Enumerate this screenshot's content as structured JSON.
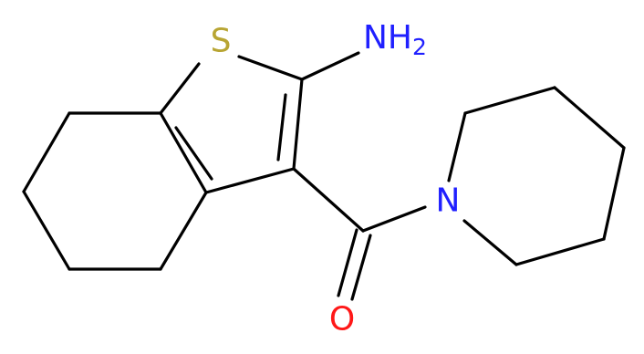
{
  "molecule": {
    "colors": {
      "bond": "#000000",
      "S": "#b8a533",
      "N": "#2020ff",
      "O": "#ff1818"
    },
    "atoms": [
      {
        "id": "S",
        "element": "S",
        "label": "S"
      },
      {
        "id": "N_amine",
        "element": "N",
        "label": "NH",
        "subscript": "2"
      },
      {
        "id": "N_ring",
        "element": "N",
        "label": "N"
      },
      {
        "id": "O",
        "element": "O",
        "label": "O"
      }
    ]
  }
}
